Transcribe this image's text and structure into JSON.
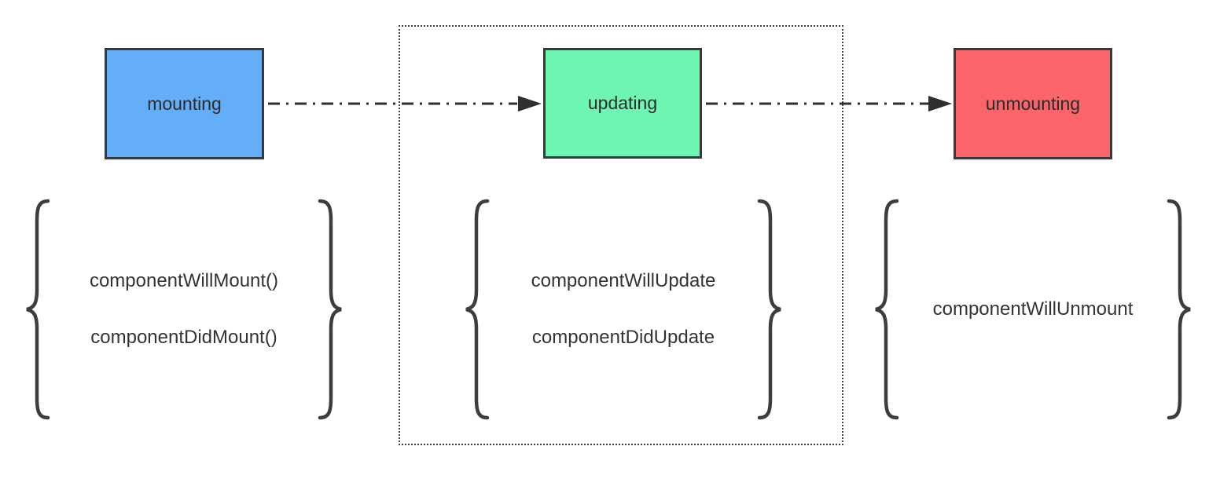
{
  "stages": [
    {
      "label": "mounting",
      "fill": "#64AEF8",
      "methods": [
        "componentWillMount()",
        "componentDidMount()"
      ]
    },
    {
      "label": "updating",
      "fill": "#6DF5B1",
      "methods": [
        "componentWillUpdate",
        "componentDidUpdate"
      ]
    },
    {
      "label": "unmounting",
      "fill": "#F9656B",
      "methods": [
        "componentWillUnmount"
      ]
    }
  ],
  "style": {
    "box_border_color": "#3a3a3a",
    "arrow_color": "#2f2f2f",
    "brace_color": "#3d3d3d",
    "dotted_region_color": "#3f3f3f",
    "text_color": "#333333",
    "background": "#ffffff"
  }
}
